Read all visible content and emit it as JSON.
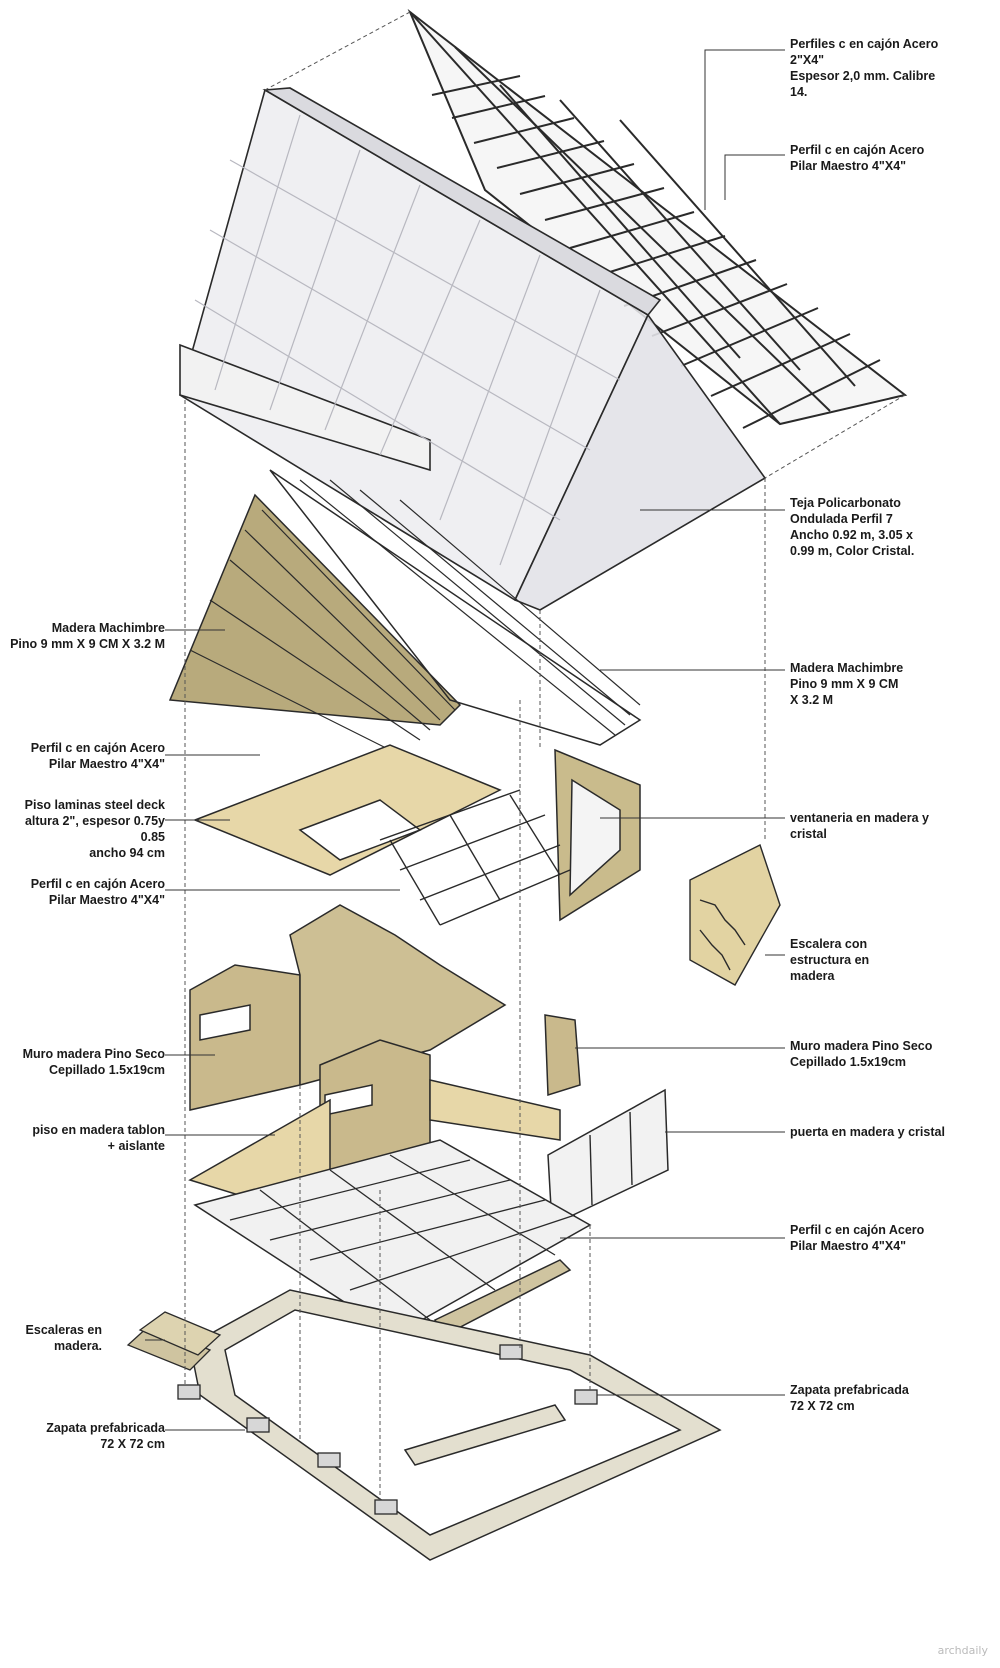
{
  "diagram": {
    "callouts": [
      {
        "id": "perfiles-c-2x4",
        "side": "right",
        "text": "Perfiles c en cajón Acero\n2\"X4\"\nEspesor 2,0 mm. Calibre\n14."
      },
      {
        "id": "perfil-pilar-roof",
        "side": "right",
        "text": "Perfil c en cajón Acero\nPilar Maestro 4\"X4\""
      },
      {
        "id": "teja-policarbonato",
        "side": "right",
        "text": "Teja Policarbonato\nOndulada Perfil 7\nAncho 0.92 m, 3.05 x\n0.99 m, Color Cristal."
      },
      {
        "id": "madera-machimbre-left",
        "side": "left",
        "text": "Madera Machimbre\nPino 9 mm  X 9 CM X 3.2 M"
      },
      {
        "id": "madera-machimbre-right",
        "side": "right",
        "text": "Madera Machimbre\nPino 9 mm  X 9 CM\nX 3.2 M"
      },
      {
        "id": "perfil-pilar-left-1",
        "side": "left",
        "text": "Perfil c en cajón Acero\nPilar Maestro 4\"X4\""
      },
      {
        "id": "piso-steel-deck",
        "side": "left",
        "text": "Piso  laminas  steel deck\naltura 2\", espesor 0.75y 0.85\nancho 94 cm"
      },
      {
        "id": "ventaneria",
        "side": "right",
        "text": "ventaneria en madera y\ncristal"
      },
      {
        "id": "perfil-pilar-left-2",
        "side": "left",
        "text": "Perfil c en cajón Acero\nPilar Maestro 4\"X4\""
      },
      {
        "id": "escalera-estructura",
        "side": "right",
        "text": "Escalera con\nestructura en\nmadera"
      },
      {
        "id": "muro-left",
        "side": "left",
        "text": "Muro madera Pino Seco\nCepillado 1.5x19cm"
      },
      {
        "id": "muro-right",
        "side": "right",
        "text": "Muro madera Pino Seco\nCepillado 1.5x19cm"
      },
      {
        "id": "piso-tablon",
        "side": "left",
        "text": "piso en madera tablon\n+ aislante"
      },
      {
        "id": "puerta",
        "side": "right",
        "text": "puerta en madera y cristal"
      },
      {
        "id": "perfil-pilar-right-3",
        "side": "right",
        "text": "Perfil c en cajón Acero\nPilar Maestro 4\"X4\""
      },
      {
        "id": "escaleras-madera",
        "side": "left",
        "text": "Escaleras en\nmadera."
      },
      {
        "id": "zapata-right",
        "side": "right",
        "text": "Zapata prefabricada\n72 X 72 cm"
      },
      {
        "id": "zapata-left",
        "side": "left",
        "text": "Zapata prefabricada\n72 X 72 cm"
      }
    ],
    "watermark": "archdaily",
    "colors": {
      "line": "#2a2a2a",
      "polycarbonate": "#e6e6ea",
      "wood": "#c9b98c",
      "wood_dark": "#a89a6e",
      "floor": "#e7d7a8",
      "concrete": "#e3dfcf",
      "steel": "#d9d9d9"
    }
  }
}
